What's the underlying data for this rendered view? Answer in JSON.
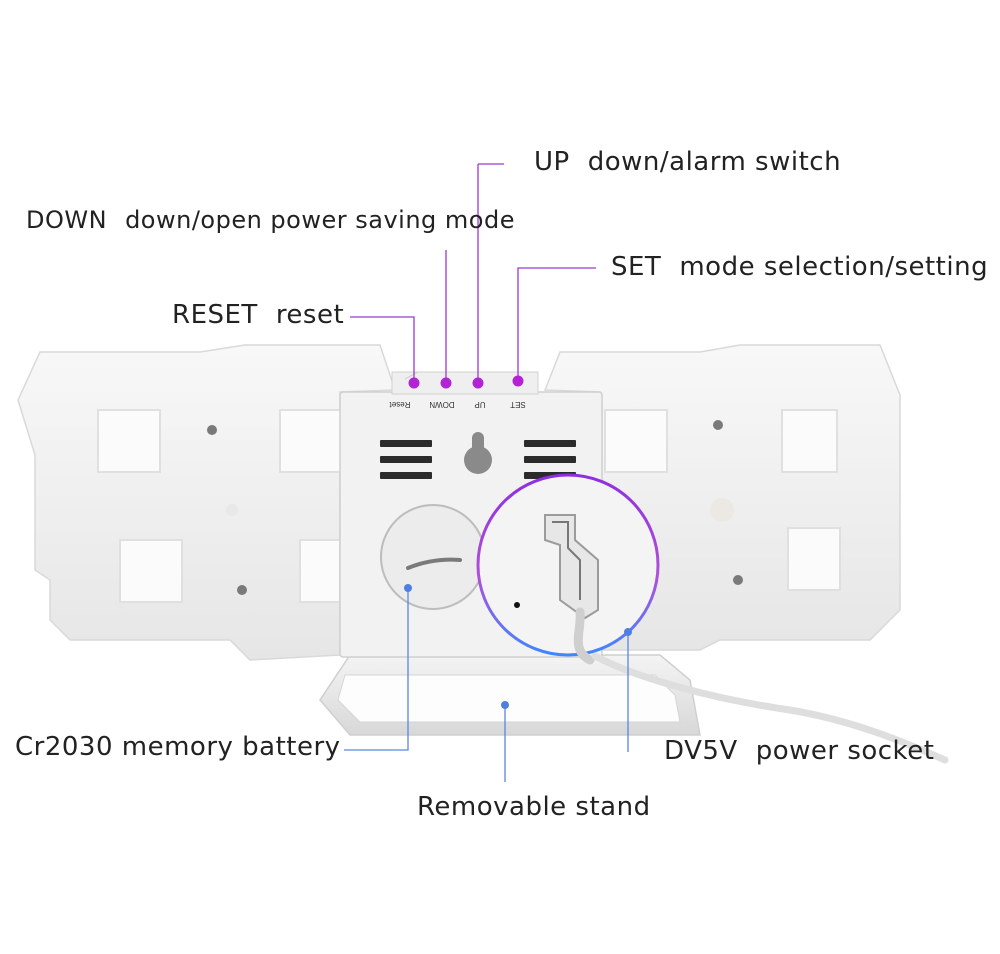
{
  "callouts": {
    "up": {
      "key": "UP",
      "desc": "down/alarm switch"
    },
    "down": {
      "key": "DOWN",
      "desc": "down/open power saving mode"
    },
    "set": {
      "key": "SET",
      "desc": "mode selection/setting"
    },
    "reset": {
      "key": "RESET",
      "desc": "reset"
    },
    "battery": {
      "text": "Cr2030 memory battery"
    },
    "socket": {
      "key": "DV5V",
      "desc": "power socket"
    },
    "stand": {
      "text": "Removable stand"
    }
  },
  "button_labels": [
    "Reset",
    "DOWN",
    "UP",
    "SET"
  ],
  "colors": {
    "callout_line_purple": "#9b3bd0",
    "callout_line_blue": "#5b86e0",
    "button_dot": "#b323d6",
    "clock_body": "#f3f3f3",
    "digit_window": "#fbfbfb"
  }
}
